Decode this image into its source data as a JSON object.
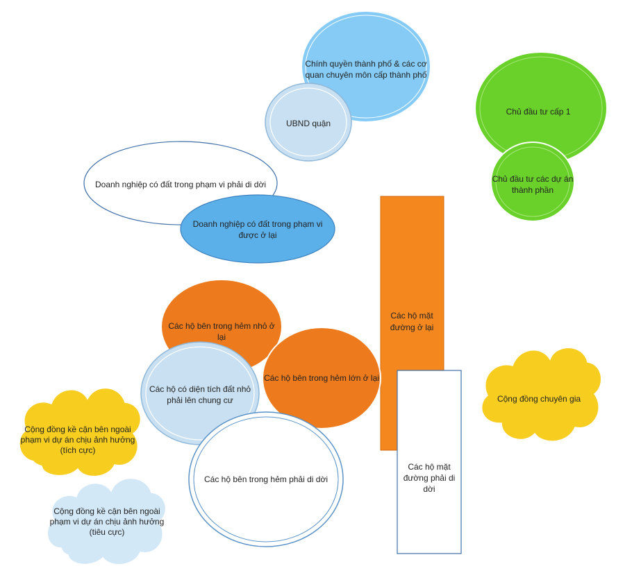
{
  "colors": {
    "light_blue": "#85cbf5",
    "pale_blue": "#c8e0f1",
    "mid_blue": "#5bb0ea",
    "green": "#6ad12b",
    "orange": "#ed7a1c",
    "orange_rect": "#f5871f",
    "yellow": "#f7cd1f",
    "pale_cloud": "#d3e8f7",
    "white": "#ffffff",
    "outline_blue": "#3f6fa8"
  },
  "nodes": {
    "city": {
      "line1": "Chính quyền thành phố & các cơ",
      "line2": "quan chuyên môn cấp thành phố"
    },
    "ubnd": {
      "line1": "UBND quận"
    },
    "investor1": {
      "line1": "Chủ đầu tư cấp 1"
    },
    "investor2": {
      "line1": "Chủ đầu tư các dự án",
      "line2": "thành phần"
    },
    "biz_relocate": {
      "line1": "Doanh nghiệp có đất trong phạm vi phải di dời"
    },
    "biz_stay": {
      "line1": "Doanh nghiệp có đất trong phạm vi",
      "line2": "được ở lại"
    },
    "street_stay": {
      "line1": "Các hộ mặt",
      "line2": "đường ở lại"
    },
    "small_alley_stay": {
      "line1": "Các hộ bên trong hẻm nhỏ ở",
      "line2": "lại"
    },
    "large_alley_stay": {
      "line1": "Các hộ bên trong hẻm lớn ở lại"
    },
    "small_land": {
      "line1": "Các hộ có diện tích đất nhỏ",
      "line2": "phải lên chung cư"
    },
    "alley_relocate": {
      "line1": "Các hộ bên trong hẻm phải di dời"
    },
    "street_relocate": {
      "line1": "Các hộ mặt",
      "line2": "đường phải di",
      "line3": "dời"
    },
    "experts": {
      "line1": "Cộng đồng chuyên gia"
    },
    "neighbors_pos": {
      "line1": "Cộng đồng kề cận bên ngoài",
      "line2": "phạm vi dự án chịu ảnh hưởng",
      "line3": "(tích cực)"
    },
    "neighbors_neg": {
      "line1": "Cộng đồng kề cận bên ngoài",
      "line2": "phạm vi dự án chịu ảnh hưởng",
      "line3": "(tiêu cực)"
    }
  }
}
